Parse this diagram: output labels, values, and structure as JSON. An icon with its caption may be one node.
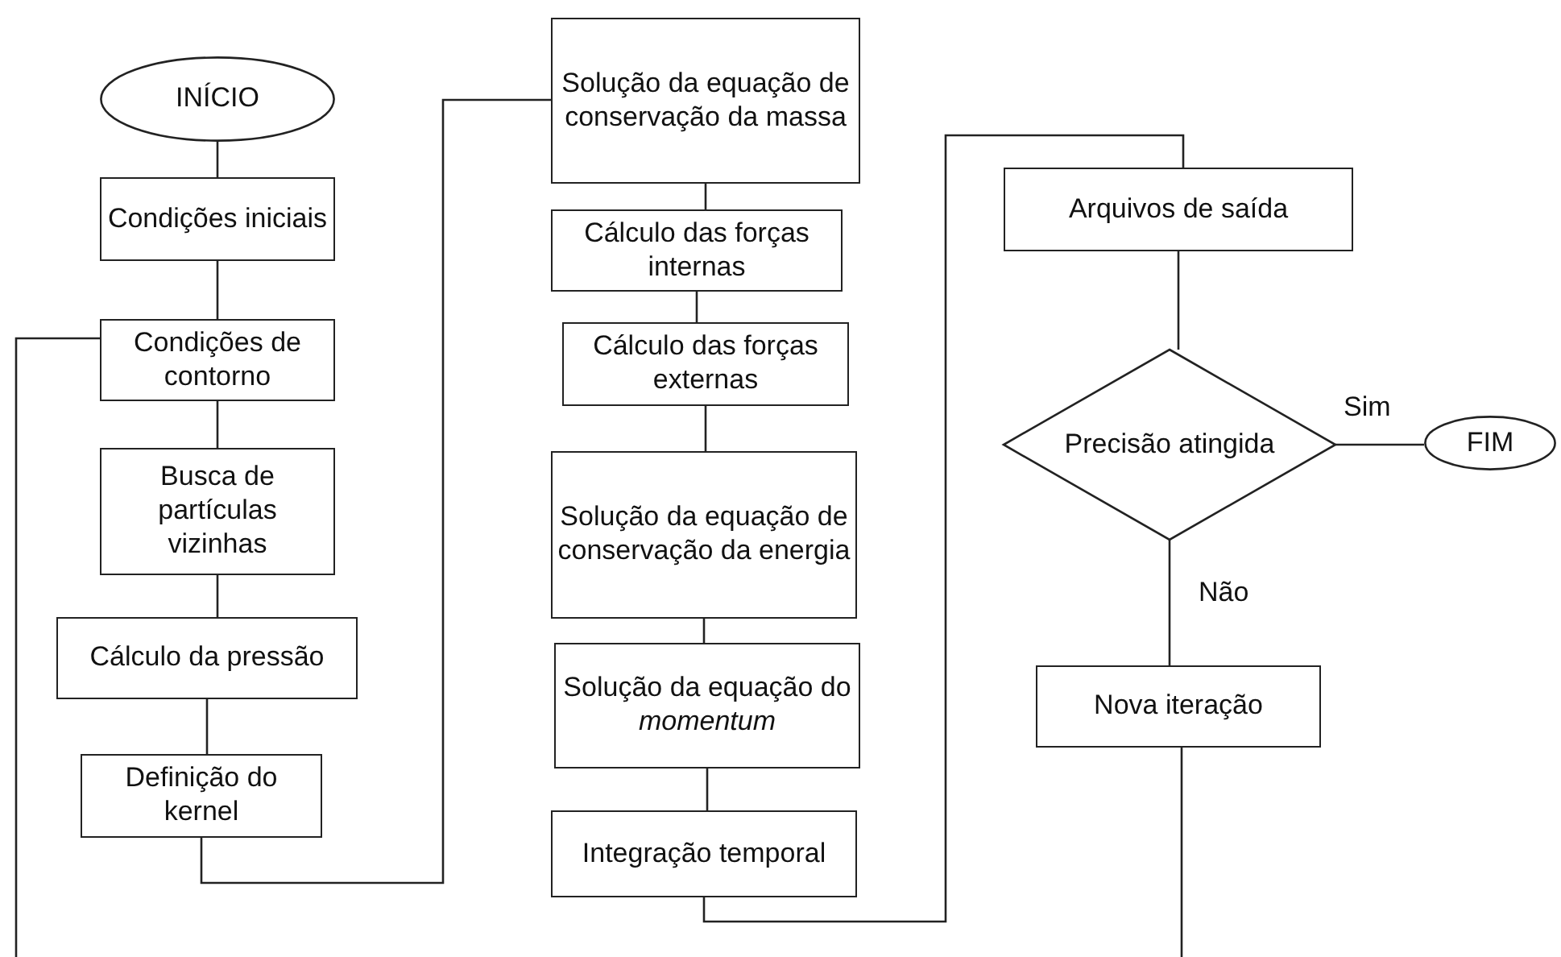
{
  "diagram": {
    "nodes": [
      {
        "text": [
          "INÍCIO"
        ]
      },
      {
        "text": [
          "Condições iniciais"
        ]
      },
      {
        "text": [
          "Condições de contorno"
        ]
      },
      {
        "text": [
          "Busca de partículas vizinhas"
        ]
      },
      {
        "text": [
          "Cálculo da pressão"
        ]
      },
      {
        "text": [
          "Definição do kernel"
        ]
      },
      {
        "text": [
          "Solução da equação de conservação da massa"
        ]
      },
      {
        "text": [
          "Cálculo das forças internas"
        ]
      },
      {
        "text": [
          "Cálculo das forças externas"
        ]
      },
      {
        "text": [
          "Solução da equação de conservação da energia"
        ]
      },
      {
        "text": [
          "Solução da equação do *momentum*"
        ]
      },
      {
        "text": [
          "Integração temporal"
        ]
      },
      {
        "text": [
          "Arquivos de saída"
        ]
      },
      {
        "text": [
          "Precisão atingida"
        ]
      },
      {
        "text": [
          "FIM"
        ]
      },
      {
        "text": [
          "Nova iteração"
        ]
      }
    ],
    "edges": [
      {
        "from": 0,
        "to": 1,
        "arrow": "none"
      },
      {
        "from": 1,
        "to": 2,
        "arrow": "none"
      },
      {
        "from": 2,
        "to": 3,
        "arrow": "none"
      },
      {
        "from": 3,
        "to": 4,
        "arrow": "none"
      },
      {
        "from": 4,
        "to": 5,
        "arrow": "none"
      },
      {
        "from": 5,
        "to": 6,
        "arrow": "none"
      },
      {
        "from": 6,
        "to": 7,
        "arrow": "none"
      },
      {
        "from": 7,
        "to": 8,
        "arrow": "none"
      },
      {
        "from": 8,
        "to": 9,
        "arrow": "none"
      },
      {
        "from": 9,
        "to": 10,
        "arrow": "none"
      },
      {
        "from": 10,
        "to": 11,
        "arrow": "none"
      },
      {
        "from": 11,
        "to": 12,
        "arrow": "none"
      },
      {
        "from": 12,
        "to": 13,
        "arrow": "none"
      },
      {
        "from": 13,
        "to": 14,
        "label": "Sim",
        "arrow": "none"
      },
      {
        "from": 13,
        "to": 15,
        "label": "Não",
        "arrow": "none"
      },
      {
        "from": 15,
        "to": null,
        "arrow": "none"
      },
      {
        "from": null,
        "to": 2,
        "arrow": "none"
      }
    ]
  }
}
